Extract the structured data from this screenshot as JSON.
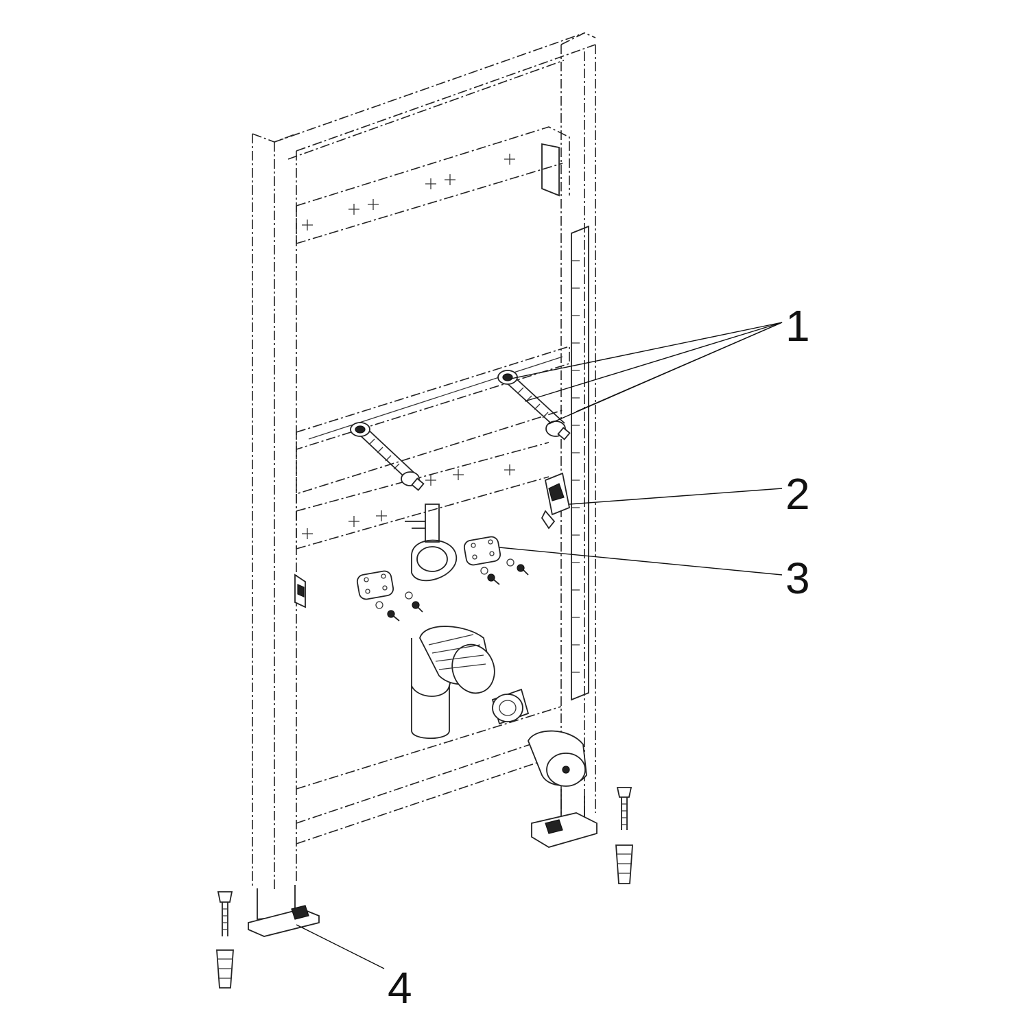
{
  "callouts": [
    {
      "id": "1",
      "label": "1"
    },
    {
      "id": "2",
      "label": "2"
    },
    {
      "id": "3",
      "label": "3"
    },
    {
      "id": "4",
      "label": "4"
    }
  ],
  "colors": {
    "line": "#222222",
    "background": "#ffffff"
  }
}
